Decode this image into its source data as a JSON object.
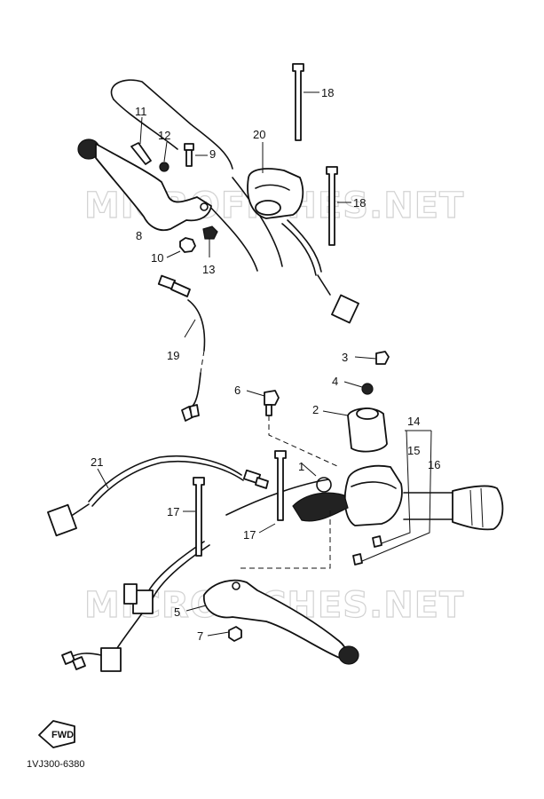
{
  "watermark": "MICROFICHES.NET",
  "diagram_code": "1VJ300-6380",
  "find_badge": "FWD",
  "callouts": [
    {
      "id": "11",
      "label": "11"
    },
    {
      "id": "12",
      "label": "12"
    },
    {
      "id": "9",
      "label": "9"
    },
    {
      "id": "20",
      "label": "20"
    },
    {
      "id": "18a",
      "label": "18"
    },
    {
      "id": "18b",
      "label": "18"
    },
    {
      "id": "8",
      "label": "8"
    },
    {
      "id": "10",
      "label": "10"
    },
    {
      "id": "13",
      "label": "13"
    },
    {
      "id": "19",
      "label": "19"
    },
    {
      "id": "3",
      "label": "3"
    },
    {
      "id": "4",
      "label": "4"
    },
    {
      "id": "6",
      "label": "6"
    },
    {
      "id": "2",
      "label": "2"
    },
    {
      "id": "14",
      "label": "14"
    },
    {
      "id": "15",
      "label": "15"
    },
    {
      "id": "16",
      "label": "16"
    },
    {
      "id": "1",
      "label": "1"
    },
    {
      "id": "21",
      "label": "21"
    },
    {
      "id": "17a",
      "label": "17"
    },
    {
      "id": "17b",
      "label": "17"
    },
    {
      "id": "5",
      "label": "5"
    },
    {
      "id": "7",
      "label": "7"
    }
  ]
}
